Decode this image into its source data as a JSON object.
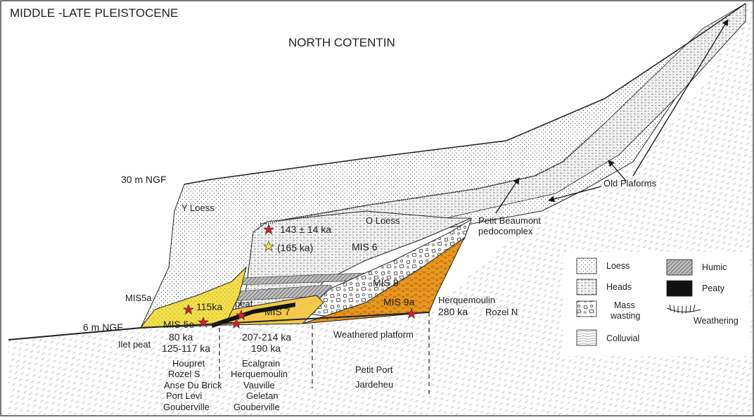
{
  "title": "MIDDLE -LATE PLEISTOCENE",
  "region": "NORTH COTENTIN",
  "elevations": {
    "high": "30 m NGF",
    "low": "6 m  NGF"
  },
  "units": {
    "y_loess": "Y Loess",
    "o_loess": "O Loess",
    "mis6": "MIS 6",
    "mis8": "MIS 8",
    "mis9a": "MIS 9a",
    "mis7": "MIS 7",
    "mis5e": "MIS 5e",
    "mis5a": "MIS5a",
    "peat": "peat",
    "ilet_peat": "Ilet peat",
    "weathered_platform": "Weathered platform",
    "petit_beaumont_1": "Petit Beaumont",
    "petit_beaumont_2": "pedocomplex",
    "old_platforms": "Old Plaforms"
  },
  "ages": {
    "a143": "143 ± 14 ka",
    "a165": "(165 ka)",
    "a115": "115ka",
    "a80": "80 ka",
    "a125": "125-117 ka",
    "a207": "207-214 ka",
    "a190": "190 ka",
    "a280": "280 ka"
  },
  "sites": {
    "herquemoulin_top": "Herquemoulin",
    "rozel_n": "Rozel N",
    "group1": [
      "Houpret",
      "Rozel S",
      "Anse Du Brick",
      "Port Levi",
      "Gouberville"
    ],
    "group2": [
      "Ecalgrain",
      "Herquemoulin",
      "Vauville",
      "Geletan",
      "Gouberville"
    ],
    "group3": [
      "Petit Port",
      "Jardeheu"
    ]
  },
  "legend": {
    "loess": "Loess",
    "heads": "Heads",
    "mass_wasting_1": "Mass",
    "mass_wasting_2": "wasting",
    "colluvial": "Colluvial",
    "humic": "Humic",
    "peaty": "Peaty",
    "weathering": "Weathering"
  },
  "colors": {
    "mis5e_yellow": "#f4e04a",
    "mis7_yellow": "#f2c94a",
    "mis9_orange": "#e8961e",
    "star_red": "#d6202a",
    "star_yellow": "#f3e83a",
    "humic_gray": "#8a8a8a",
    "peaty_black": "#111111"
  }
}
